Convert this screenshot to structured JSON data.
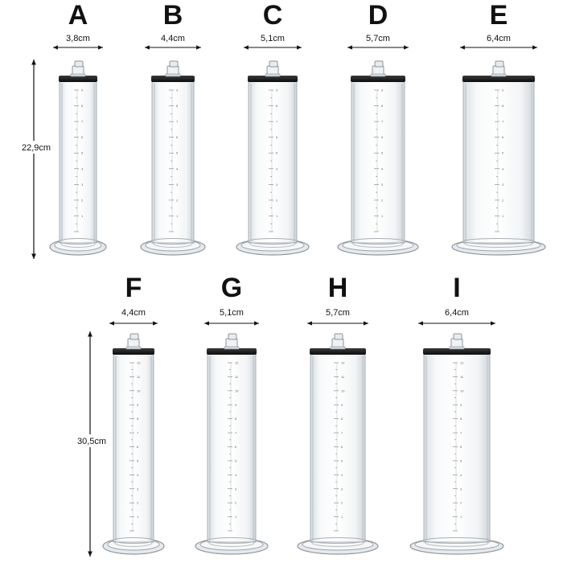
{
  "rows": [
    {
      "height_label": "22,9cm",
      "scale_max": 9,
      "cylinders": [
        {
          "letter": "A",
          "diameter_label": "3,8cm"
        },
        {
          "letter": "B",
          "diameter_label": "4,4cm"
        },
        {
          "letter": "C",
          "diameter_label": "5,1cm"
        },
        {
          "letter": "D",
          "diameter_label": "5,7cm"
        },
        {
          "letter": "E",
          "diameter_label": "6,4cm"
        }
      ]
    },
    {
      "height_label": "30,5cm",
      "scale_max": 12,
      "cylinders": [
        {
          "letter": "F",
          "diameter_label": "4,4cm"
        },
        {
          "letter": "G",
          "diameter_label": "5,1cm"
        },
        {
          "letter": "H",
          "diameter_label": "5,7cm"
        },
        {
          "letter": "I",
          "diameter_label": "6,4cm"
        }
      ]
    }
  ],
  "colors": {
    "text": "#111111",
    "cap": "#1a1a1a",
    "tube_fill": "#eef1f3",
    "tube_stroke": "#a9b0b5",
    "scale": "#7a7a7a"
  }
}
